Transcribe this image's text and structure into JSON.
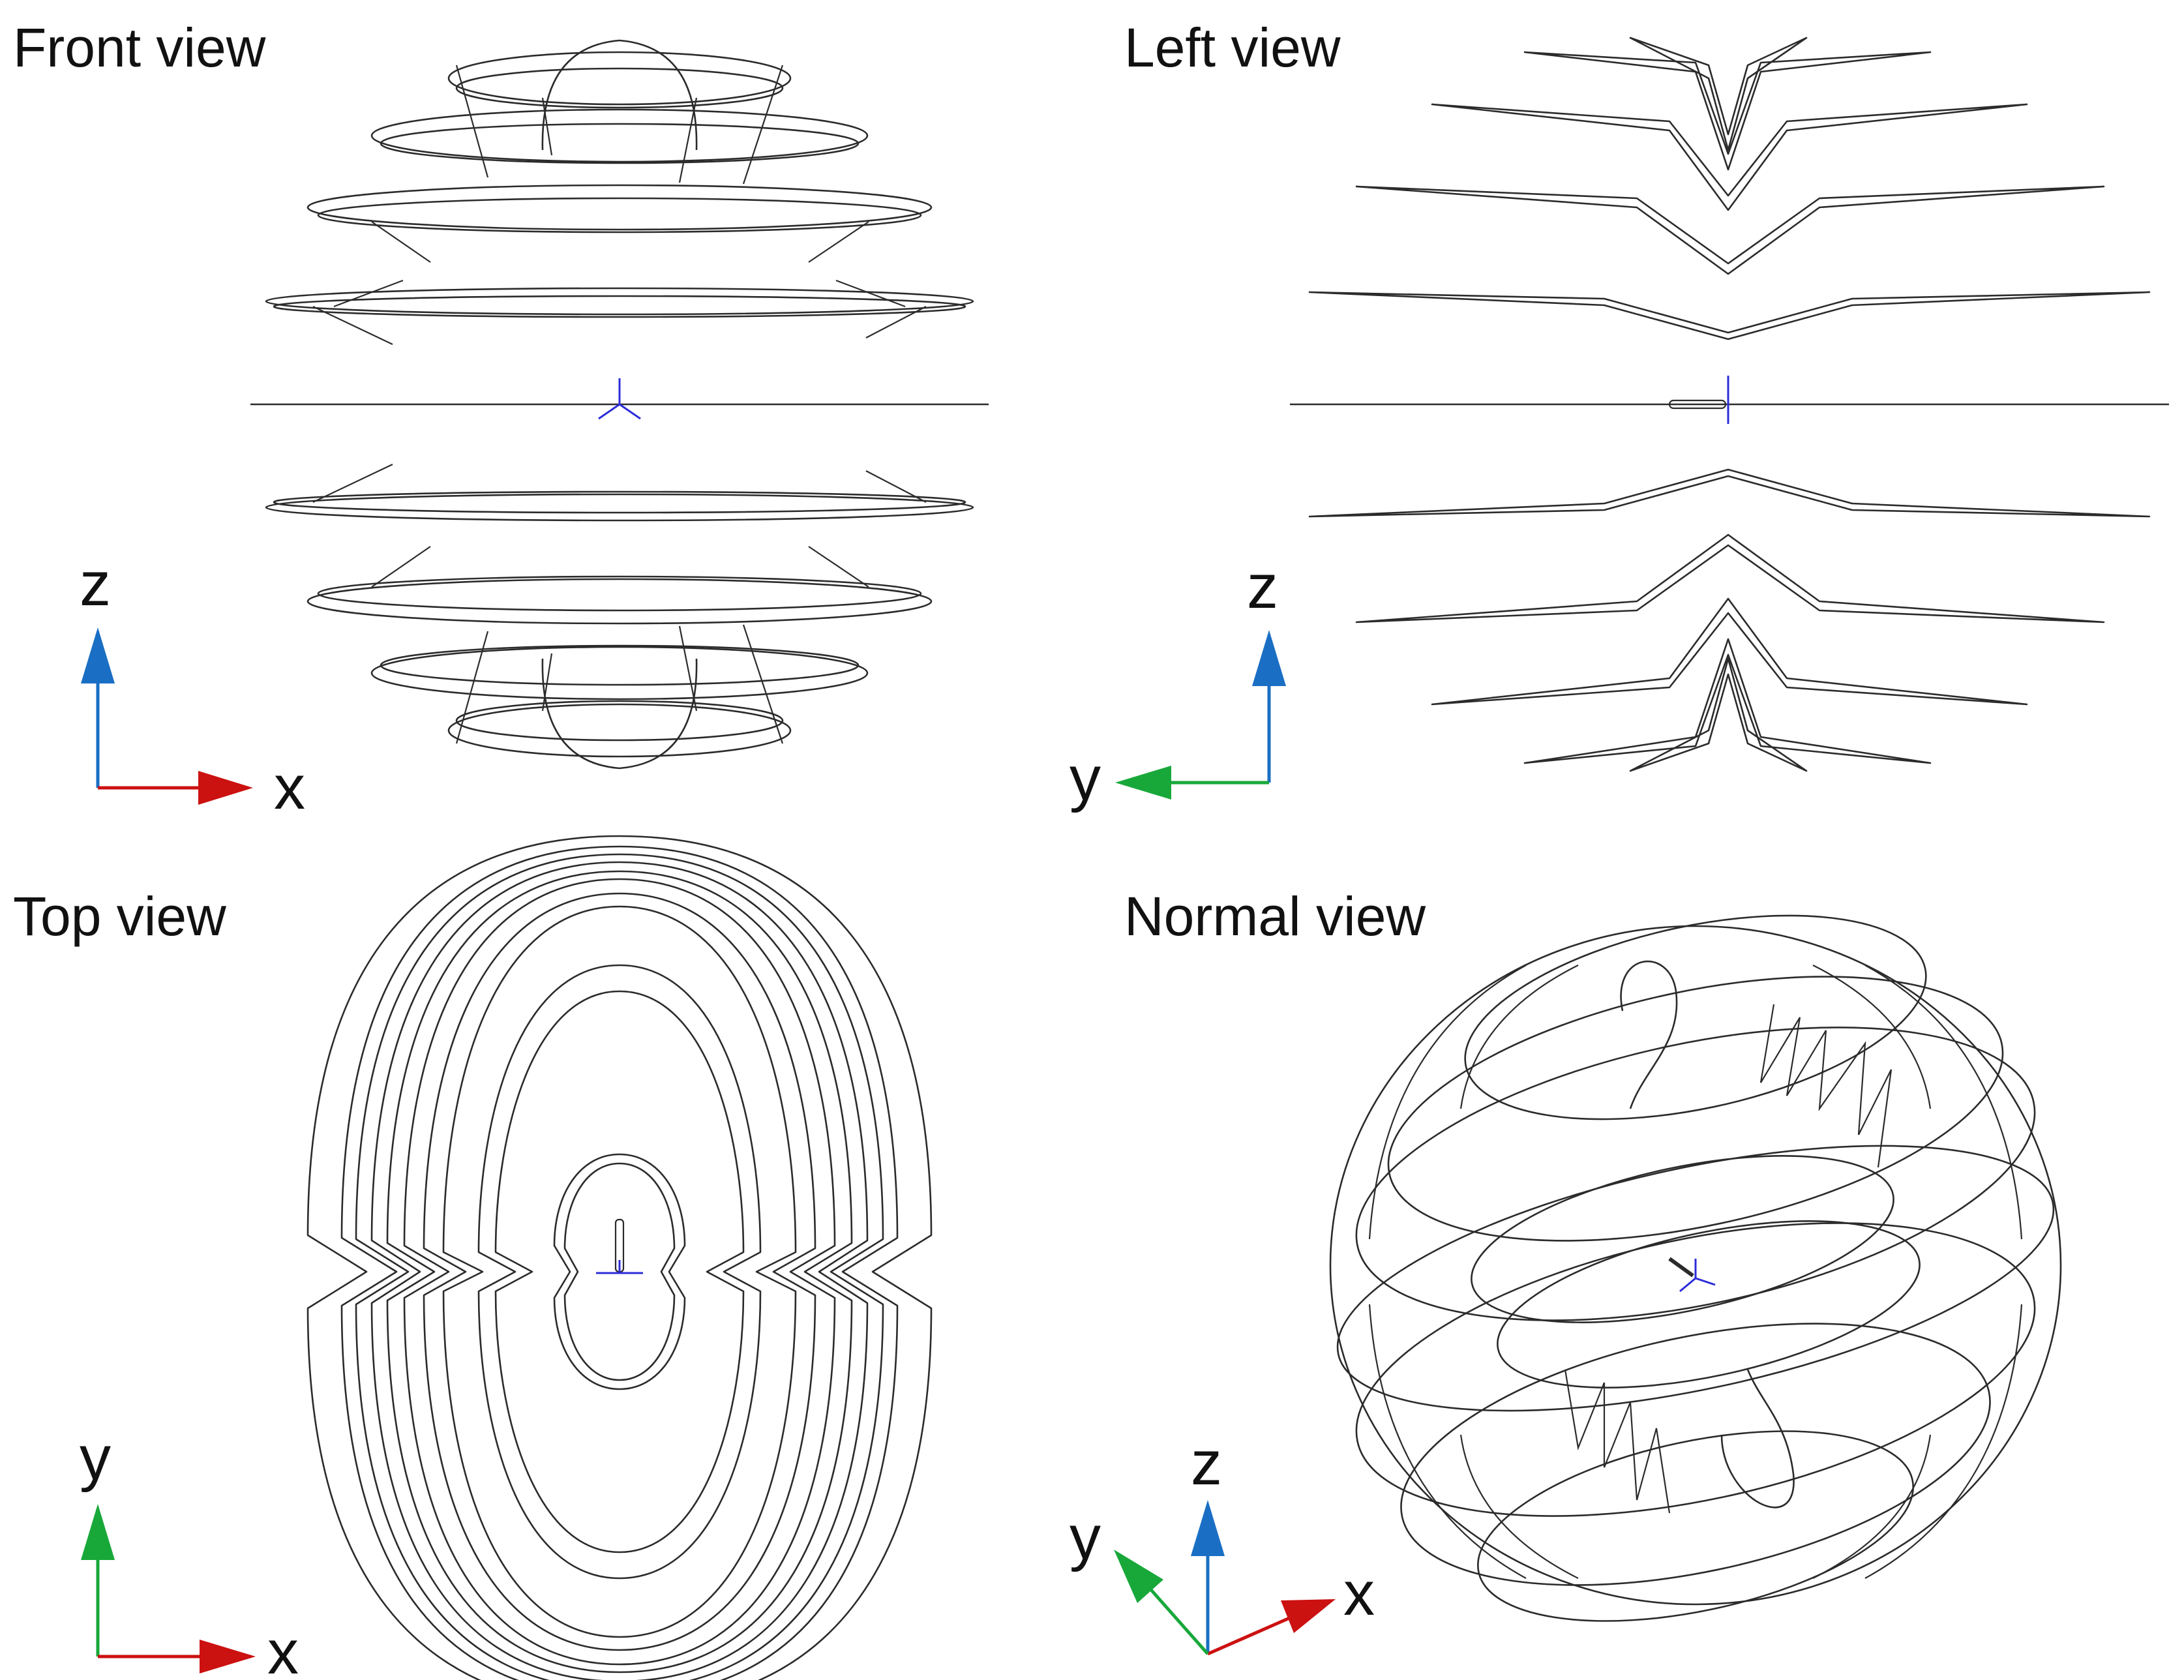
{
  "panels": [
    {
      "id": "front",
      "title": "Front view",
      "axes": [
        "x",
        "z"
      ]
    },
    {
      "id": "left",
      "title": "Left view",
      "axes": [
        "y",
        "z"
      ]
    },
    {
      "id": "top",
      "title": "Top view",
      "axes": [
        "x",
        "y"
      ]
    },
    {
      "id": "normal",
      "title": "Normal view",
      "axes": [
        "x",
        "y",
        "z"
      ]
    }
  ],
  "axis_colors": {
    "x": "#cc1111",
    "y": "#18a83a",
    "z": "#1a6fc4"
  },
  "origin_marker_color": "#2c2cd8",
  "wire_color": "#2b2b2b"
}
